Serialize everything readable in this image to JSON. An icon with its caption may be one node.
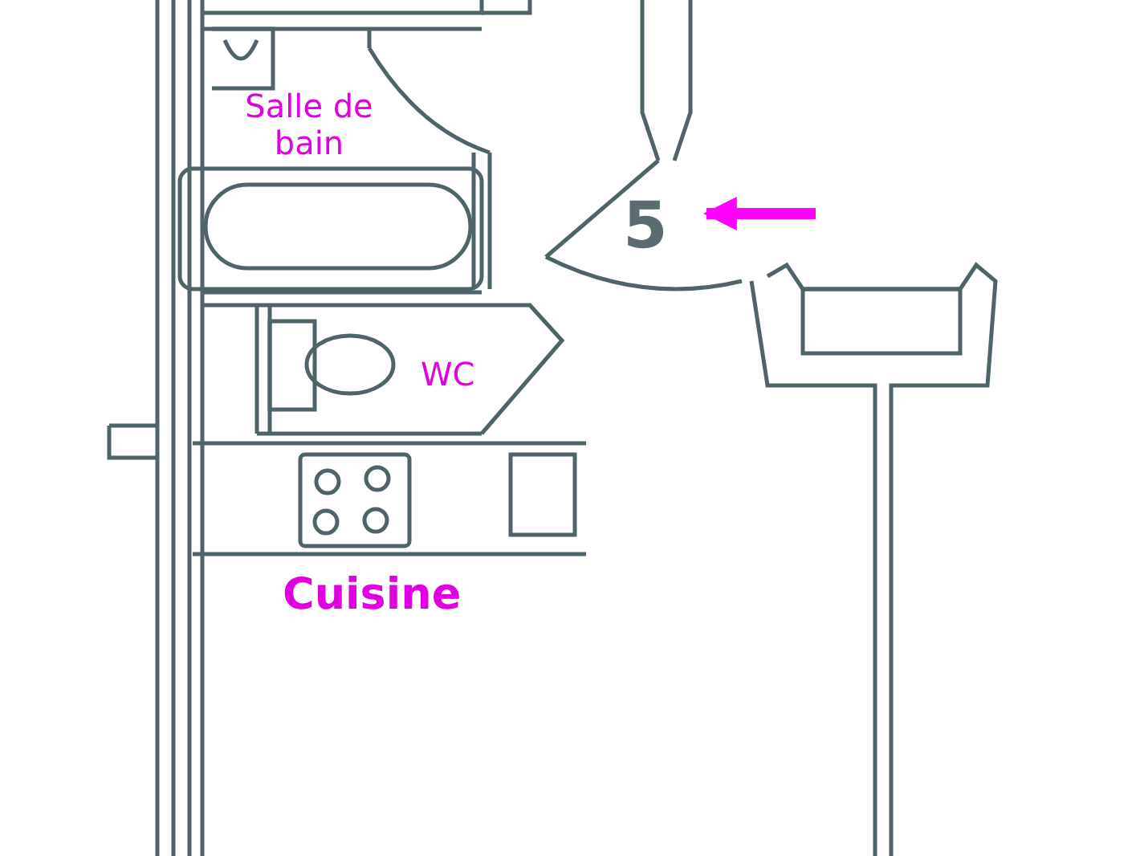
{
  "diagram": {
    "nodes": [
      {
        "text": [
          "Salle de bain"
        ]
      },
      {
        "text": [
          "5"
        ]
      },
      {
        "text": [
          "WC"
        ]
      },
      {
        "text": [
          "Cuisine"
        ]
      }
    ],
    "edges": [
      {
        "from": null,
        "to": 1,
        "arrow": "to",
        "color": "#ff00ff"
      }
    ]
  }
}
